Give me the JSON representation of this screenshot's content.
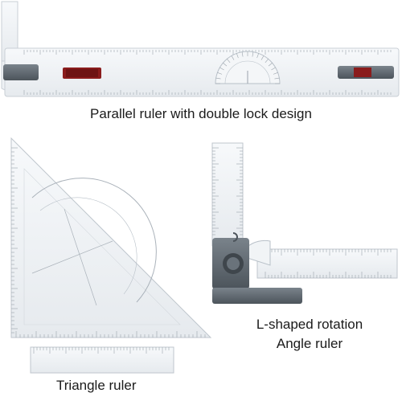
{
  "captions": {
    "parallel_ruler": "Parallel ruler with double lock design",
    "triangle_ruler": "Triangle ruler",
    "l_ruler_line1": "L-shaped rotation",
    "l_ruler_line2": "Angle ruler"
  },
  "colors": {
    "ruler_body": "#eef1f4",
    "ruler_edge": "#c9cfd6",
    "lock_gray": "#5f6870",
    "lock_red": "#8a1c1c",
    "tick": "#9aa3ab"
  }
}
